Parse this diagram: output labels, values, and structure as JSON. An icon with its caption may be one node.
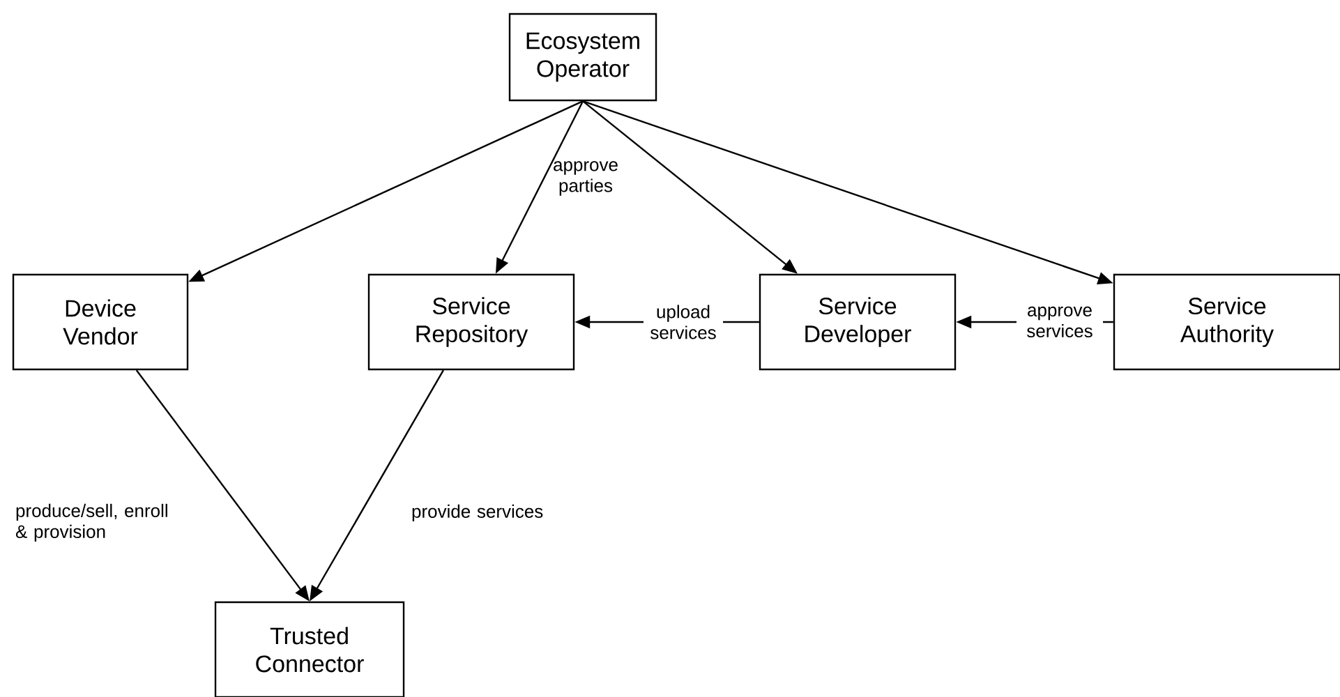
{
  "diagram": {
    "nodes": [
      {
        "text": [
          "Ecosystem Operator"
        ]
      },
      {
        "text": [
          "Device Vendor"
        ]
      },
      {
        "text": [
          "Service Repository"
        ]
      },
      {
        "text": [
          "Service Developer"
        ]
      },
      {
        "text": [
          "Service Authority"
        ]
      },
      {
        "text": [
          "Trusted Connector"
        ]
      }
    ],
    "edges": [
      {
        "from": 0,
        "to": 1,
        "arrow": "to"
      },
      {
        "from": 0,
        "to": 2,
        "arrow": "to",
        "label": "approve parties"
      },
      {
        "from": 0,
        "to": 3,
        "arrow": "to"
      },
      {
        "from": 0,
        "to": 4,
        "arrow": "to"
      },
      {
        "from": 3,
        "to": 2,
        "arrow": "to",
        "label": "upload services"
      },
      {
        "from": 4,
        "to": 3,
        "arrow": "to",
        "label": "approve services"
      },
      {
        "from": 1,
        "to": 5,
        "arrow": "to",
        "label": "produce/sell, enroll & provision"
      },
      {
        "from": 2,
        "to": 5,
        "arrow": "to",
        "label": "provide services"
      }
    ]
  }
}
